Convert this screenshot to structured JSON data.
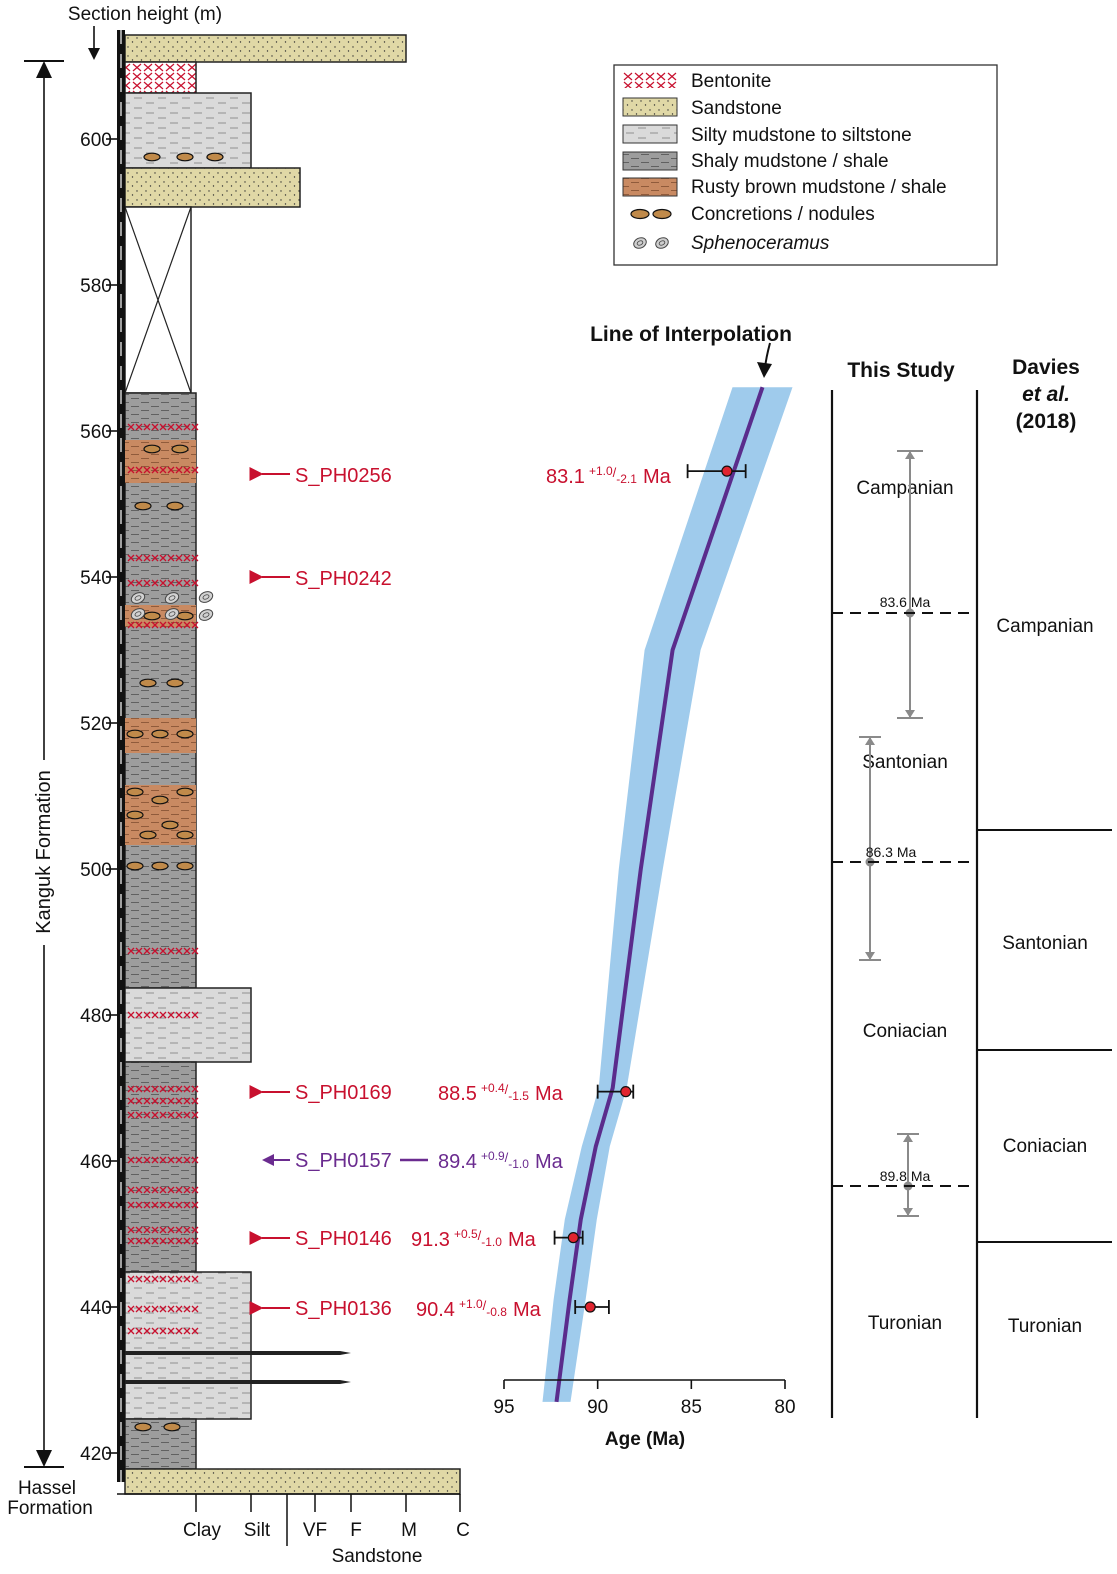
{
  "header": {
    "section_height_label": "Section height (m)",
    "formation_main": "Kanguk Formation",
    "formation_lower_line1": "Hassel",
    "formation_lower_line2": "Formation"
  },
  "height_axis": {
    "ticks": [
      "600",
      "580",
      "560",
      "540",
      "520",
      "500",
      "480",
      "460",
      "440",
      "420"
    ]
  },
  "grain_axis": {
    "labels": [
      "Clay",
      "Silt",
      "VF",
      "F",
      "M",
      "C"
    ],
    "group_label": "Sandstone"
  },
  "legend": {
    "items": [
      {
        "label": "Bentonite",
        "symbol": "bentonite-icon"
      },
      {
        "label": "Sandstone",
        "symbol": "sandstone-icon"
      },
      {
        "label": "Silty mudstone to siltstone",
        "symbol": "silty-mudstone-icon"
      },
      {
        "label": "Shaly mudstone / shale",
        "symbol": "shaly-mudstone-icon"
      },
      {
        "label": "Rusty brown mudstone / shale",
        "symbol": "rusty-mudstone-icon"
      },
      {
        "label": "Concretions / nodules",
        "symbol": "concretion-icon"
      },
      {
        "label": "Sphenoceramus",
        "symbol": "sphenoceramus-icon"
      }
    ]
  },
  "samples": [
    {
      "id": "S_PH0256",
      "age": "83.1",
      "plus": "+1.0",
      "minus": "-2.1",
      "unit": "Ma"
    },
    {
      "id": "S_PH0242",
      "age": "",
      "plus": "",
      "minus": "",
      "unit": ""
    },
    {
      "id": "S_PH0169",
      "age": "88.5",
      "plus": "+0.4",
      "minus": "-1.5",
      "unit": "Ma"
    },
    {
      "id": "S_PH0157",
      "age": "89.4",
      "plus": "+0.9",
      "minus": "-1.0",
      "unit": "Ma"
    },
    {
      "id": "S_PH0146",
      "age": "91.3",
      "plus": "+0.5",
      "minus": "-1.0",
      "unit": "Ma"
    },
    {
      "id": "S_PH0136",
      "age": "90.4",
      "plus": "+1.0",
      "minus": "-0.8",
      "unit": "Ma"
    }
  ],
  "chart_data": {
    "type": "scatter",
    "title": "Line of Interpolation",
    "xlabel": "Age (Ma)",
    "ylabel": "Section height (m)",
    "xlim": [
      95,
      80
    ],
    "ylim": [
      415,
      612
    ],
    "x_ticks": [
      "95",
      "90",
      "85",
      "80"
    ],
    "points": [
      {
        "sample": "S_PH0256",
        "height": 554.5,
        "age": 83.1,
        "plus": 1.0,
        "minus": 2.1
      },
      {
        "sample": "S_PH0169",
        "height": 469.5,
        "age": 88.5,
        "plus": 0.4,
        "minus": 1.5
      },
      {
        "sample": "S_PH0146",
        "height": 449.5,
        "age": 91.3,
        "plus": 0.5,
        "minus": 1.0
      },
      {
        "sample": "S_PH0136",
        "height": 440,
        "age": 90.4,
        "plus": 1.0,
        "minus": 0.8
      }
    ],
    "interpolation_line": [
      {
        "height": 427,
        "age": 92.2
      },
      {
        "height": 441,
        "age": 91.5
      },
      {
        "height": 452,
        "age": 90.9
      },
      {
        "height": 462,
        "age": 90.1
      },
      {
        "height": 470,
        "age": 89.2
      },
      {
        "height": 500,
        "age": 87.7
      },
      {
        "height": 530,
        "age": 86.0
      },
      {
        "height": 566,
        "age": 81.2
      }
    ],
    "grid": false
  },
  "stages": {
    "this_study_header": "This Study",
    "davies_header_line1": "Davies",
    "davies_header_line2": "et al.",
    "davies_header_line3": "(2018)",
    "this_study": [
      "Campanian",
      "Santonian",
      "Coniacian",
      "Turonian"
    ],
    "davies": [
      "Campanian",
      "Santonian",
      "Coniacian",
      "Turonian"
    ],
    "boundaries": [
      {
        "label": "83.6 Ma",
        "height": 535
      },
      {
        "label": "86.3 Ma",
        "height": 501
      },
      {
        "label": "89.8 Ma",
        "height": 456.5
      }
    ]
  }
}
